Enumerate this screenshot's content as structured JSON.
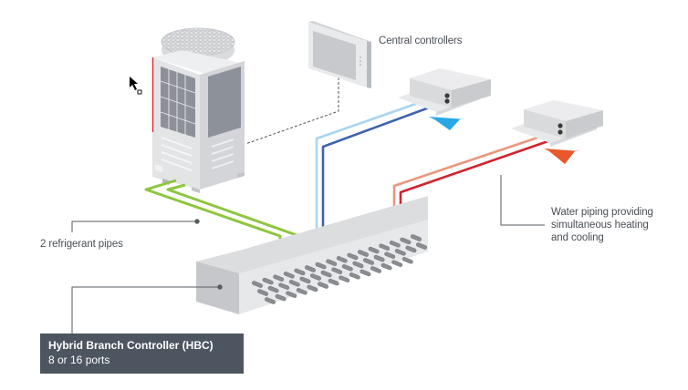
{
  "labels": {
    "central_controllers": "Central controllers",
    "refrigerant_pipes": "2 refrigerant pipes",
    "water_piping_lines": [
      "Water piping providing",
      "simultaneous heating",
      "and cooling"
    ],
    "hbc_title": "Hybrid Branch Controller (HBC)",
    "hbc_ports": "8 or 16 ports"
  },
  "components": {
    "outdoor_unit": "outdoor-unit-icon",
    "central_controller": "touch-panel-icon",
    "indoor_unit_cooling": "ceiling-cassette-cooling-icon",
    "indoor_unit_heating": "ceiling-cassette-heating-icon",
    "branch_controller": "hybrid-branch-controller-icon",
    "cursor": "mouse-pointer-icon"
  },
  "colors": {
    "refrigerant_pipe": "#8dc63f",
    "cold_water_supply": "#a9d4f2",
    "cold_water_return": "#3f63ad",
    "hot_water_supply": "#e8977c",
    "hot_water_return": "#d1232f",
    "cooling_arrow": "#2aa8e6",
    "heating_arrow": "#e8582a",
    "label_box": "#4d5560",
    "outdoor_accent": "#d32f2f"
  }
}
